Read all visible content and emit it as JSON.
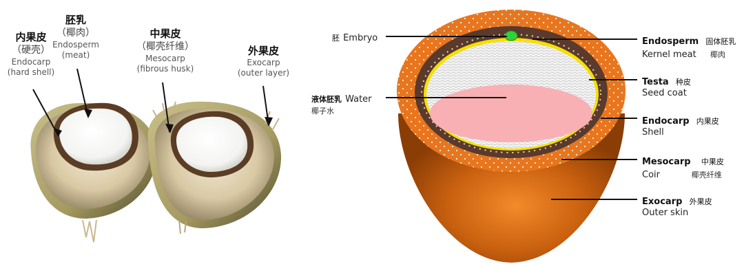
{
  "left": {
    "endocarp": {
      "cn": "内果皮",
      "cn2": "（硬壳）",
      "en1": "Endocarp",
      "en2": "(hard shell)"
    },
    "endosperm": {
      "cn": "胚乳",
      "cn2": "（椰肉）",
      "en1": "Endosperm",
      "en2": "(meat)"
    },
    "mesocarp": {
      "cn": "中果皮",
      "cn2": "（椰壳纤维）",
      "en1": "Mesocarp",
      "en2": "(fibrous husk)"
    },
    "exocarp": {
      "cn": "外果皮",
      "en1": "Exocarp",
      "en2": "(outer layer)"
    }
  },
  "right": {
    "embryo": {
      "cn": "胚",
      "en": "Embryo"
    },
    "water": {
      "cn": "液体胚乳",
      "en": "Water",
      "cn2": "椰子水"
    },
    "endosperm": {
      "en": "Endosperm",
      "cn": "固体胚乳",
      "sub": "Kernel meat",
      "cn2": "椰肉"
    },
    "testa": {
      "en": "Testa",
      "cn": "种皮",
      "sub": "Seed coat"
    },
    "endocarp": {
      "en": "Endocarp",
      "cn": "内果皮",
      "sub": "Shell"
    },
    "mesocarp": {
      "en": "Mesocarp",
      "cn": "中果皮",
      "sub": "Coir",
      "cn2": "椰壳纤维"
    },
    "exocarp": {
      "en": "Exocarp",
      "cn": "外果皮",
      "sub": "Outer skin"
    }
  },
  "colors": {
    "husk_orange": "#e8761f",
    "shell_brown": "#5a3a2c",
    "testa_yellow": "#f5e000",
    "water_pink": "#f8b0b5",
    "embryo_green": "#2fd23a",
    "exocarp_brown": "#b5540f"
  }
}
